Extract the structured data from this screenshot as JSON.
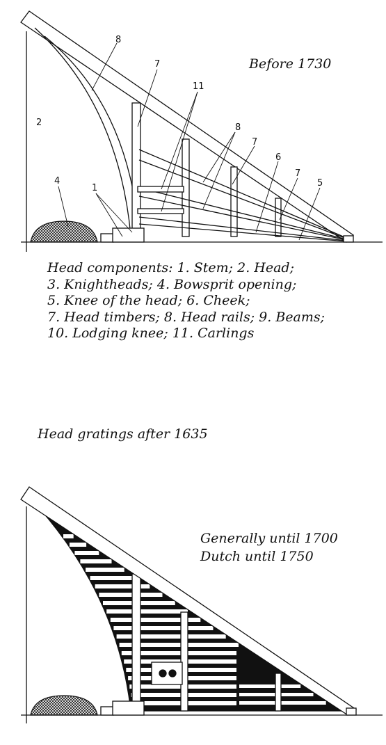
{
  "top": {
    "period_label": "Before 1730",
    "callouts": [
      "8",
      "7",
      "11",
      "2",
      "8",
      "7",
      "6",
      "7",
      "5",
      "4",
      "1"
    ]
  },
  "caption_lines": [
    "Head components: 1. Stem; 2. Head;",
    "3. Knightheads; 4. Bowsprit opening;",
    "5. Knee of the head; 6. Cheek;",
    "7. Head timbers; 8. Head rails; 9. Beams;",
    "10. Lodging knee; 11. Carlings"
  ],
  "bottom": {
    "section_title": "Head gratings after 1635",
    "period_line1": "Generally until 1700",
    "period_line2": "Dutch until 1750"
  }
}
